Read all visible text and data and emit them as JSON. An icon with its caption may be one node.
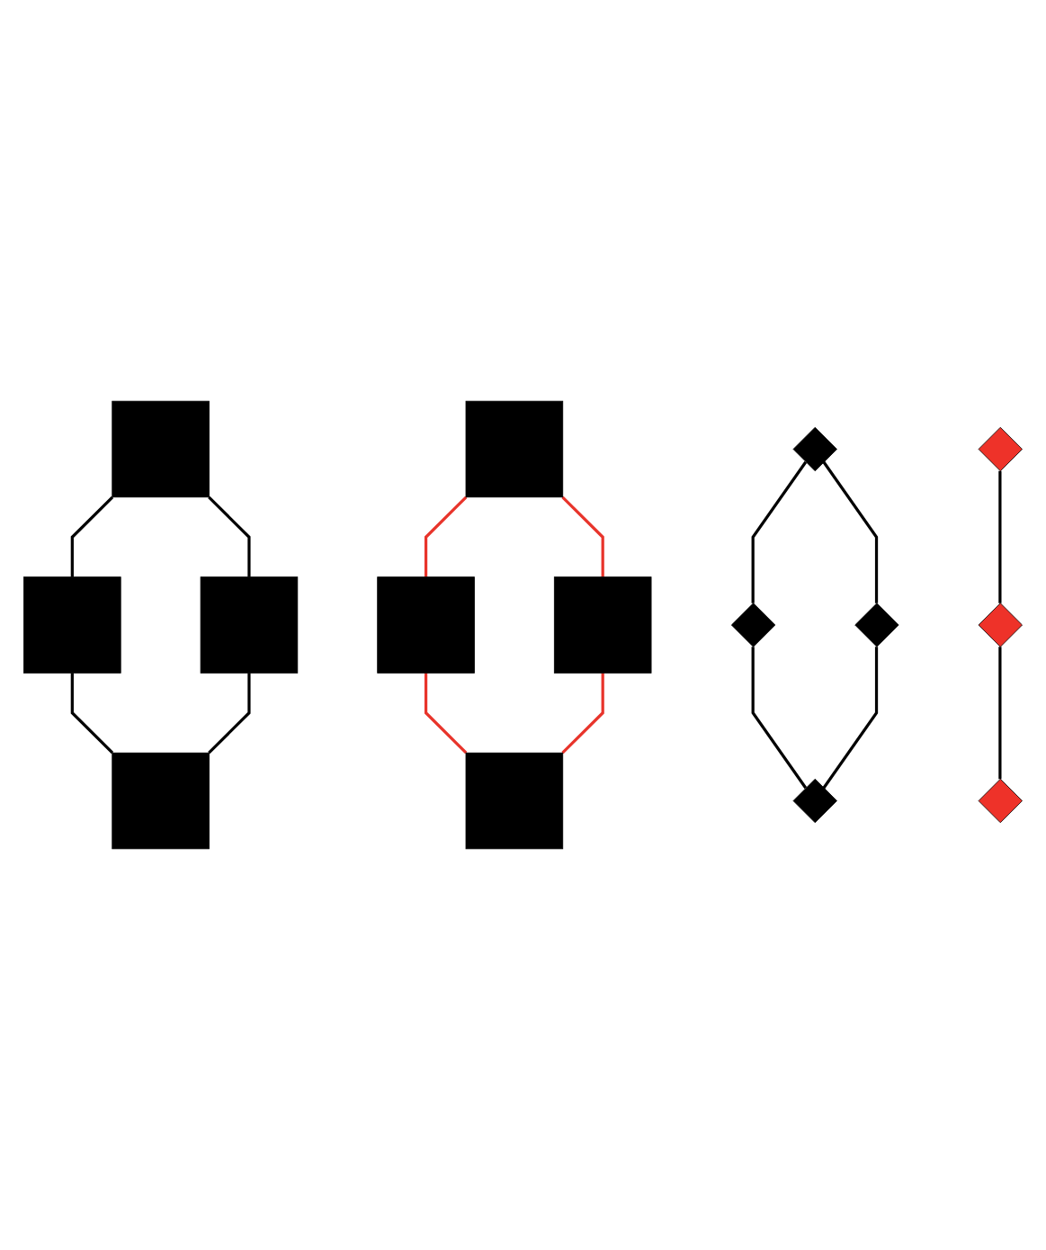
{
  "diagram": {
    "nodes": [
      {
        "text": [],
        "shape": "box"
      },
      {
        "text": [],
        "shape": "box"
      },
      {
        "text": [],
        "shape": "box"
      },
      {
        "text": [],
        "shape": "box"
      },
      {
        "text": [],
        "shape": "box"
      },
      {
        "text": [],
        "shape": "box"
      },
      {
        "text": [],
        "shape": "box"
      },
      {
        "text": [],
        "shape": "box"
      },
      {
        "text": [],
        "shape": "diamond"
      },
      {
        "text": [],
        "shape": "diamond"
      },
      {
        "text": [],
        "shape": "diamond"
      },
      {
        "text": [],
        "shape": "diamond"
      },
      {
        "text": [],
        "shape": "diamond"
      },
      {
        "text": [],
        "shape": "diamond"
      },
      {
        "text": [],
        "shape": "diamond"
      }
    ],
    "edges": [
      {
        "from": 0,
        "to": 1,
        "arrow": "none"
      },
      {
        "from": 0,
        "to": 2,
        "arrow": "none"
      },
      {
        "from": 1,
        "to": 3,
        "arrow": "none"
      },
      {
        "from": 2,
        "to": 3,
        "arrow": "none"
      },
      {
        "from": 4,
        "to": 5,
        "arrow": "none",
        "color": "#e8342b"
      },
      {
        "from": 4,
        "to": 6,
        "arrow": "none",
        "color": "#e8342b"
      },
      {
        "from": 5,
        "to": 7,
        "arrow": "none",
        "color": "#e8342b"
      },
      {
        "from": 6,
        "to": 7,
        "arrow": "none",
        "color": "#e8342b"
      },
      {
        "from": 8,
        "to": 9,
        "arrow": "none"
      },
      {
        "from": 8,
        "to": 10,
        "arrow": "none"
      },
      {
        "from": 9,
        "to": 11,
        "arrow": "none"
      },
      {
        "from": 10,
        "to": 11,
        "arrow": "none"
      },
      {
        "from": 12,
        "to": 13,
        "arrow": "none"
      },
      {
        "from": 13,
        "to": 14,
        "arrow": "none"
      }
    ]
  }
}
